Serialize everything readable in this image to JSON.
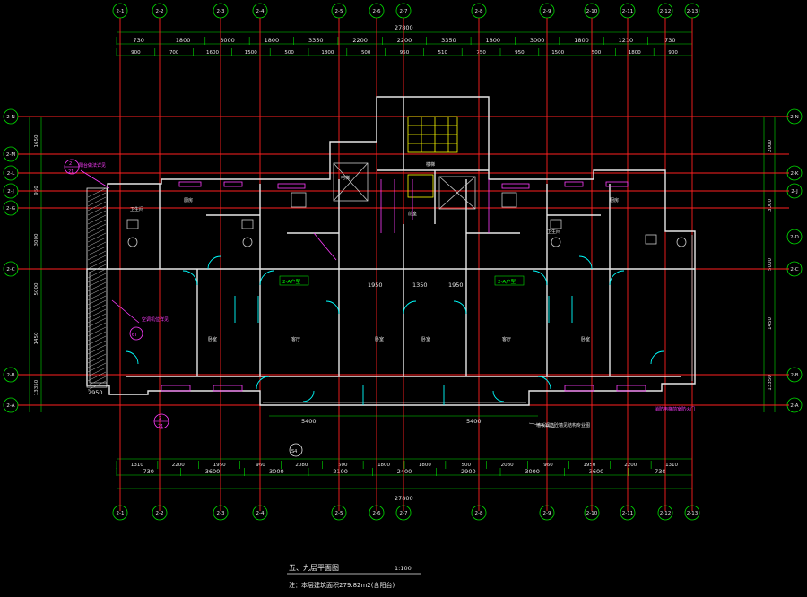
{
  "drawing": {
    "title": "五、九层平面图",
    "scale": "1:100",
    "area_note": "注：本层建筑面积279.82m2(含阳台)"
  },
  "axes_top": [
    "2-1",
    "2-2",
    "2-3",
    "2-4",
    "2-5",
    "2-6",
    "2-7",
    "2-8",
    "2-9",
    "2-10",
    "2-11",
    "2-12",
    "2-13"
  ],
  "axes_bottom": [
    "2-1",
    "2-2",
    "2-3",
    "2-4",
    "2-5",
    "2-6",
    "2-7",
    "2-8",
    "2-9",
    "2-10",
    "2-11",
    "2-12",
    "2-13"
  ],
  "axes_left": [
    "2-N",
    "2-M",
    "2-L",
    "2-J",
    "2-G",
    "2-C",
    "2-B",
    "2-A"
  ],
  "axes_right": [
    "2-N",
    "2-K",
    "2-J",
    "2-D",
    "2-C",
    "2-B",
    "2-A"
  ],
  "dims": {
    "top_total": "27800",
    "top_mid": [
      "730",
      "1800",
      "3000",
      "1800",
      "3350",
      "2200",
      "2200",
      "3350",
      "1800",
      "3000",
      "1800",
      "1210",
      "730"
    ],
    "top_detail": [
      "900",
      "700",
      "1600",
      "1500",
      "500",
      "1800",
      "500",
      "950",
      "510",
      "750",
      "950",
      "1500",
      "500",
      "1800",
      "900"
    ],
    "bottom_total": "27800",
    "bottom_mid": [
      "730",
      "3600",
      "3000",
      "2100",
      "2400",
      "2900",
      "3000",
      "3600",
      "730"
    ],
    "bottom_detail": [
      "1310",
      "2200",
      "1950",
      "960",
      "2080",
      "500",
      "1800",
      "1800",
      "500",
      "2080",
      "960",
      "1950",
      "2200",
      "1310"
    ],
    "left": [
      "1650",
      "950",
      "3000",
      "5000",
      "1450",
      "13350"
    ],
    "right": [
      "2000",
      "3000",
      "5000",
      "1450",
      "13350"
    ],
    "inner": [
      "5400",
      "5400",
      "2950",
      "1950",
      "1350",
      "1950"
    ]
  },
  "rooms": [
    "卧室",
    "客厅",
    "卧室",
    "卧室",
    "客厅",
    "卧室",
    "厨房",
    "卫生间",
    "厨房",
    "卫生间",
    "电梯",
    "楼梯",
    "前室"
  ],
  "units": [
    "2-A户型",
    "2-A户型"
  ],
  "notes": [
    "阳台做法详见",
    "空调机位详见",
    "墙板钢筋砼墙见结构专业图",
    "消防电梯前室防火门"
  ],
  "detail_refs": [
    {
      "num": "2",
      "sheet": "21"
    },
    {
      "num": "2",
      "sheet": "21"
    },
    {
      "num": "S4",
      "sheet": ""
    },
    {
      "num": "6T",
      "sheet": ""
    }
  ]
}
